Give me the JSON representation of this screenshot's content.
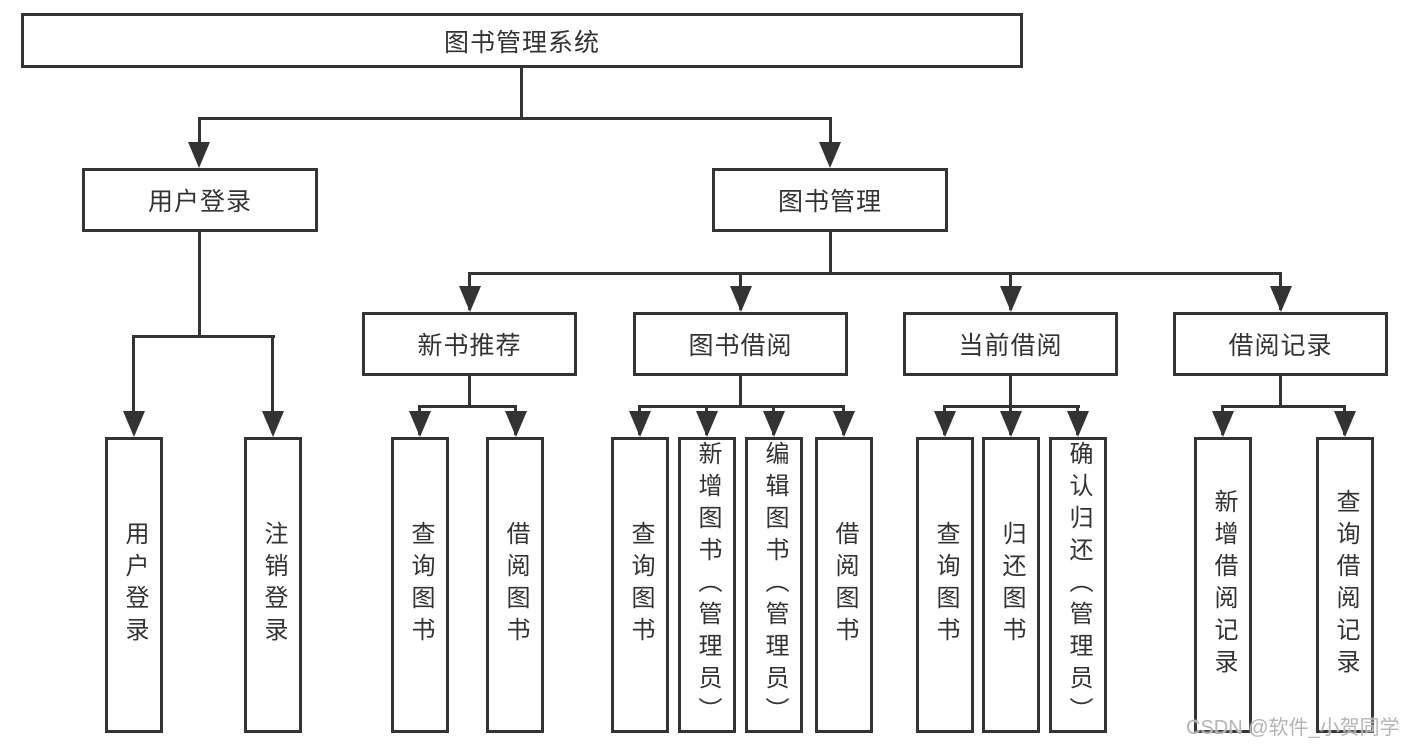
{
  "diagram_title": "图书管理系统",
  "tree": {
    "label": "图书管理系统",
    "children": [
      {
        "label": "用户登录",
        "children": [
          {
            "label": "用户登录"
          },
          {
            "label": "注销登录"
          }
        ]
      },
      {
        "label": "图书管理",
        "children": [
          {
            "label": "新书推荐",
            "children": [
              {
                "label": "查询图书"
              },
              {
                "label": "借阅图书"
              }
            ]
          },
          {
            "label": "图书借阅",
            "children": [
              {
                "label": "查询图书"
              },
              {
                "label": "新增图书（管理员）"
              },
              {
                "label": "编辑图书（管理员）"
              },
              {
                "label": "借阅图书"
              }
            ]
          },
          {
            "label": "当前借阅",
            "children": [
              {
                "label": "查询图书"
              },
              {
                "label": "归还图书"
              },
              {
                "label": "确认归还（管理员）"
              }
            ]
          },
          {
            "label": "借阅记录",
            "children": [
              {
                "label": "新增借阅记录"
              },
              {
                "label": "查询借阅记录"
              }
            ]
          }
        ]
      }
    ]
  },
  "watermark": "CSDN @软件_小贺同学",
  "colors": {
    "line": "#333333",
    "text": "#333333",
    "background": "#ffffff",
    "watermark": "#b5b5b5"
  }
}
